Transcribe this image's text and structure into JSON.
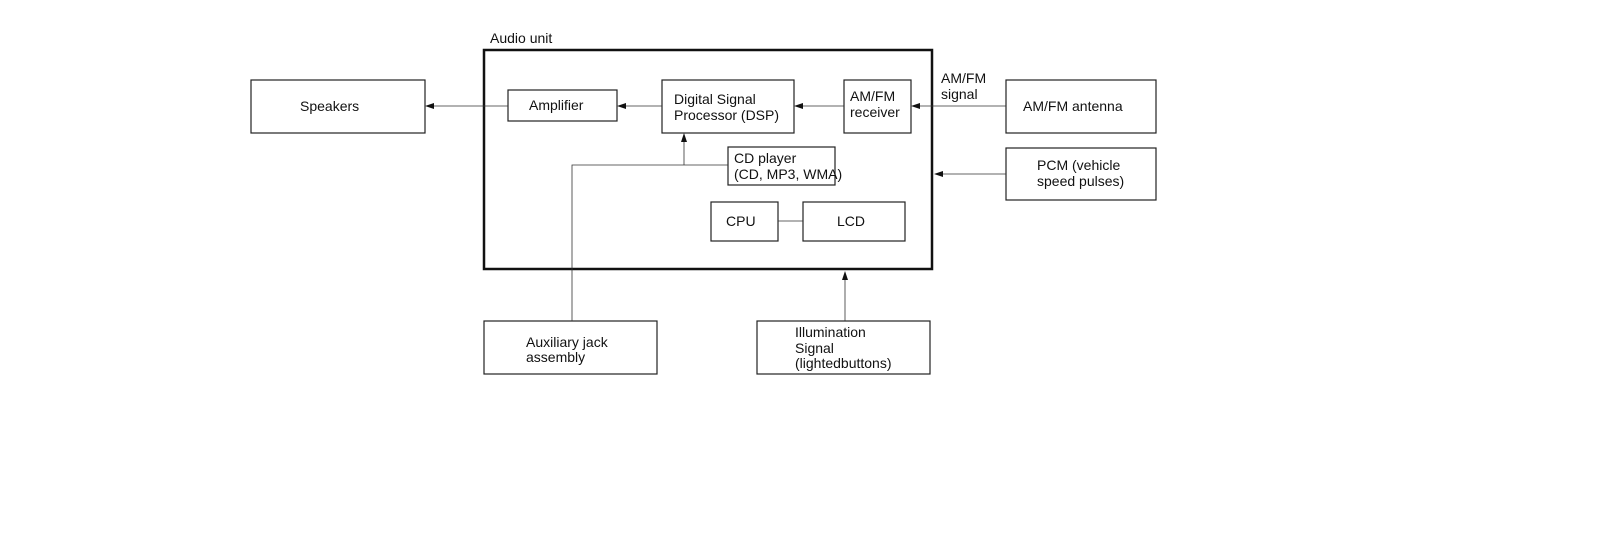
{
  "audio_unit": {
    "label": "Audio unit"
  },
  "blocks": {
    "speakers": "Speakers",
    "amplifier": "Amplifier",
    "dsp": [
      "Digital Signal",
      "Processor (DSP)"
    ],
    "receiver": [
      "AM/FM",
      "receiver"
    ],
    "antenna": "AM/FM antenna",
    "pcm": [
      "PCM (vehicle",
      "speed pulses)"
    ],
    "cd_player": [
      "CD player",
      "(CD, MP3, WMA)"
    ],
    "cpu": "CPU",
    "lcd": "LCD",
    "aux_jack": [
      "Auxiliary jack",
      "assembly"
    ],
    "illumination": [
      "Illumination",
      "Signal",
      "(lightedbuttons)"
    ]
  },
  "signal_labels": {
    "antenna_signal": [
      "AM/FM",
      "signal"
    ]
  },
  "colors": {
    "line": "#222222",
    "background": "#ffffff"
  }
}
